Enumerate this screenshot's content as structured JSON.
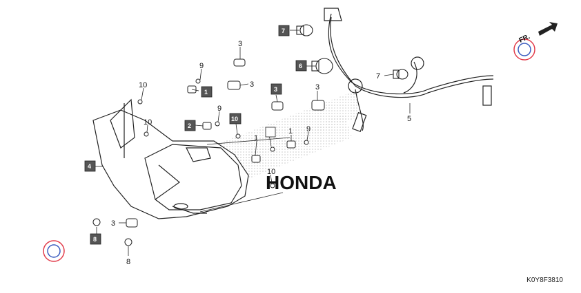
{
  "diagram": {
    "reference_code": "K0Y8F3810",
    "direction_label": "FR.",
    "watermark_text": "HONDA",
    "callouts": [
      {
        "number": "7",
        "boxed": true
      },
      {
        "number": "6",
        "boxed": true
      },
      {
        "number": "3",
        "boxed": false
      },
      {
        "number": "9",
        "boxed": false
      },
      {
        "number": "10",
        "boxed": false
      },
      {
        "number": "1",
        "boxed": true
      },
      {
        "number": "3",
        "boxed": false
      },
      {
        "number": "3",
        "boxed": true
      },
      {
        "number": "3",
        "boxed": false
      },
      {
        "number": "9",
        "boxed": false
      },
      {
        "number": "2",
        "boxed": true
      },
      {
        "number": "10",
        "boxed": false
      },
      {
        "number": "10",
        "boxed": true
      },
      {
        "number": "1",
        "boxed": false
      },
      {
        "number": "1",
        "boxed": false
      },
      {
        "number": "9",
        "boxed": false
      },
      {
        "number": "4",
        "boxed": true
      },
      {
        "number": "10",
        "boxed": false
      },
      {
        "number": "3",
        "boxed": false
      },
      {
        "number": "8",
        "boxed": true
      },
      {
        "number": "8",
        "boxed": false
      },
      {
        "number": "7",
        "boxed": false
      },
      {
        "number": "5",
        "boxed": false
      }
    ]
  },
  "colors": {
    "line": "#222222",
    "box_fill": "#555555",
    "watermark": "#d0d0d0",
    "logo_red": "#e23b4a",
    "logo_blue": "#3a5bbf"
  }
}
